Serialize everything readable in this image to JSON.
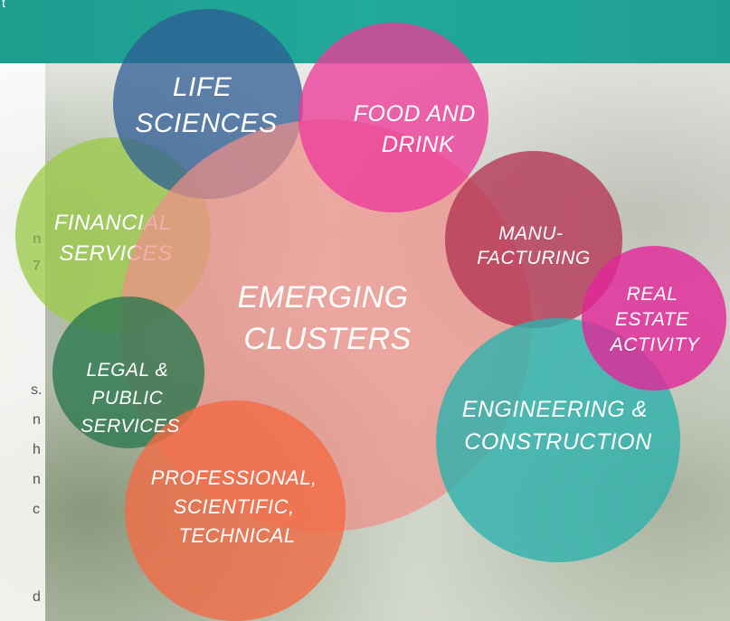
{
  "left_fragments": {
    "top": "t",
    "bold_line1": "n",
    "bold_line2": "7",
    "body_line1": "s.",
    "body_line2": "n",
    "body_line3": "h",
    "body_line4": "n",
    "body_line5": "c",
    "body_line6": "d"
  },
  "diagram": {
    "center": {
      "label_lines": [
        "EMERGING",
        "CLUSTERS"
      ],
      "color": "#ef8f88"
    },
    "clusters": [
      {
        "id": "life-sciences",
        "label_lines": [
          "LIFE",
          "SCIENCES"
        ],
        "color": "#2c5a95"
      },
      {
        "id": "food-and-drink",
        "label_lines": [
          "FOOD AND",
          "DRINK"
        ],
        "color": "#ec3b9a"
      },
      {
        "id": "manufacturing",
        "label_lines": [
          "MANU-",
          "FACTURING"
        ],
        "color": "#b53355"
      },
      {
        "id": "real-estate-activity",
        "label_lines": [
          "REAL",
          "ESTATE",
          "ACTIVITY"
        ],
        "color": "#e2269a"
      },
      {
        "id": "engineering-construction",
        "label_lines": [
          "ENGINEERING  &",
          "CONSTRUCTION"
        ],
        "color": "#2cb1ac"
      },
      {
        "id": "professional-scientific-technical",
        "label_lines": [
          "PROFESSIONAL,",
          "SCIENTIFIC,",
          "TECHNICAL"
        ],
        "color": "#f26a45"
      },
      {
        "id": "legal-public-services",
        "label_lines": [
          "LEGAL &",
          "PUBLIC",
          "SERVICES"
        ],
        "color": "#2f7a52"
      },
      {
        "id": "financial-services",
        "label_lines": [
          "FINANCIAL",
          "SERVICES"
        ],
        "color": "#9ccb4a"
      }
    ]
  }
}
